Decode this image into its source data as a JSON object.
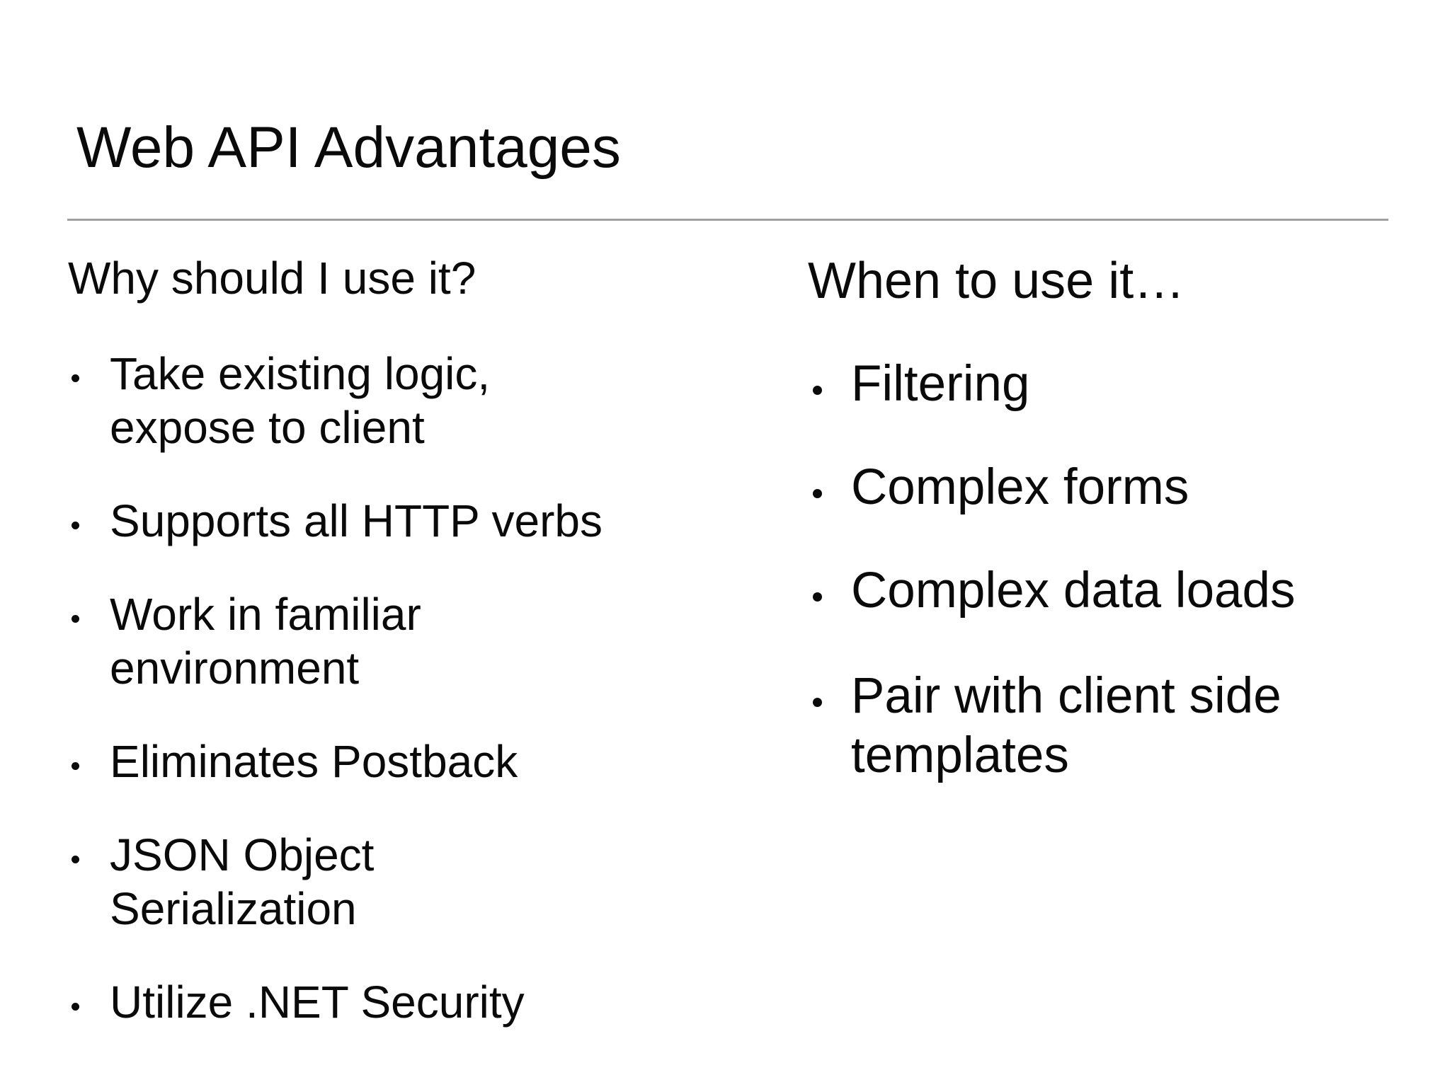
{
  "slide": {
    "title": "Web API Advantages",
    "background": "#ffffff",
    "text_color": "#0a0a0a",
    "divider_color": "#a0a0a0",
    "columns": {
      "left": {
        "heading": "Why should I use it?",
        "bullets": [
          {
            "level": 1,
            "text": "Take existing logic,\nexpose to client"
          },
          {
            "level": 1,
            "text": "Supports all HTTP verbs"
          },
          {
            "level": 1,
            "text": "Work in familiar\nenvironment"
          },
          {
            "level": 1,
            "text": "Eliminates Postback"
          },
          {
            "level": 1,
            "text": "JSON Object\nSerialization"
          },
          {
            "level": 1,
            "text": "Utilize .NET Security"
          }
        ]
      },
      "right": {
        "heading": "When to use it…",
        "bullets": [
          {
            "level": 1,
            "text": "Filtering"
          },
          {
            "level": 1,
            "text": "Complex forms"
          },
          {
            "level": 1,
            "text": "Complex data loads"
          },
          {
            "level": 2,
            "text": "Pair with client side\ntemplates"
          }
        ]
      }
    }
  }
}
